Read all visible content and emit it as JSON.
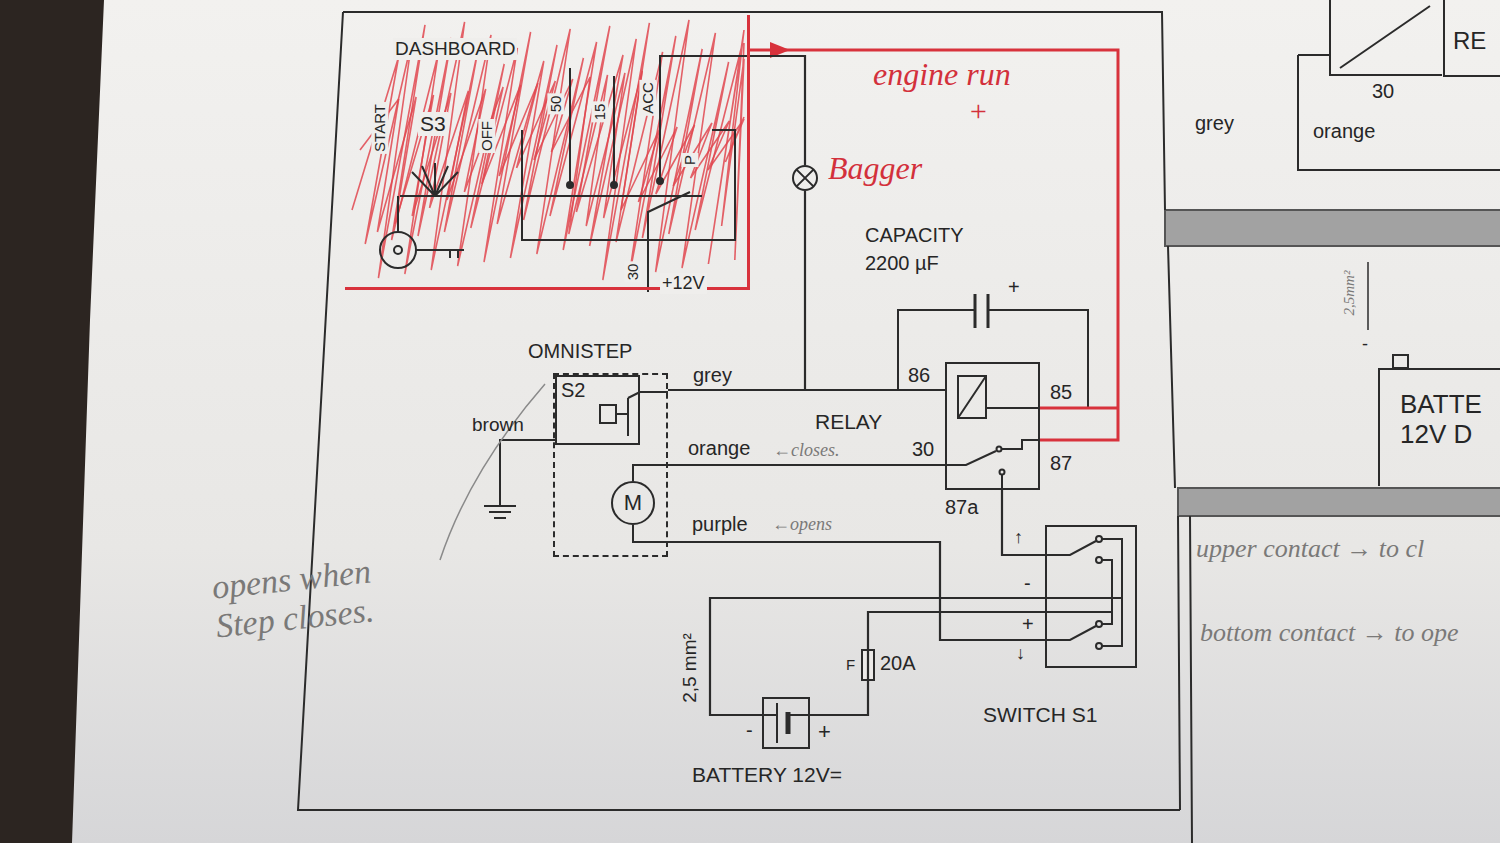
{
  "diagram": {
    "nodes": [
      {
        "text": [
          "DASHBOARD"
        ]
      },
      {
        "text": [
          "Bagger"
        ]
      },
      {
        "text": [
          "OMNISTEP"
        ]
      },
      {
        "text": [
          "S2"
        ],
        "in": 2
      },
      {
        "text": [
          "M"
        ],
        "in": 2
      },
      {
        "text": [
          "RELAY"
        ]
      },
      {
        "text": [
          "SWITCH S1"
        ]
      },
      {
        "text": [
          "BATTERY 12V="
        ]
      },
      {
        "text": [
          "RE"
        ]
      },
      {
        "text": [
          "BATTE 12V D"
        ]
      }
    ],
    "edges": [
      {
        "from": 0,
        "to": 1,
        "arrow": "none"
      },
      {
        "from": 1,
        "to": 5,
        "arrow": "none"
      },
      {
        "from": 0,
        "to": 5,
        "label": "engine run",
        "arrow": "none"
      },
      {
        "from": 2,
        "to": 5,
        "label": "grey",
        "arrow": "none"
      },
      {
        "from": 2,
        "to": 5,
        "label": "orange",
        "arrow": "none"
      },
      {
        "from": 2,
        "to": 6,
        "label": "purple",
        "arrow": "none"
      },
      {
        "from": 5,
        "to": 6,
        "arrow": "none"
      },
      {
        "from": 6,
        "to": 7,
        "arrow": "none"
      },
      {
        "from": 6,
        "to": 7,
        "arrow": "none"
      }
    ],
    "labels": [
      "START",
      "S3",
      "OFF",
      "50",
      "15",
      "ACC",
      "P",
      "30",
      "+12V",
      "+",
      "CAPACITY",
      "2200 µF",
      "+",
      "brown",
      "←closes.",
      "←opens",
      "86",
      "85",
      "30",
      "87",
      "87a",
      "↑",
      "-",
      "+",
      "↓",
      "2,5 mm²",
      "F",
      "20A",
      "-",
      "+",
      "opens when Step closes.",
      "grey",
      "orange",
      "30",
      "2,5mm²",
      "-",
      "upper contact → to cl",
      "bottom contact → to ope"
    ]
  }
}
